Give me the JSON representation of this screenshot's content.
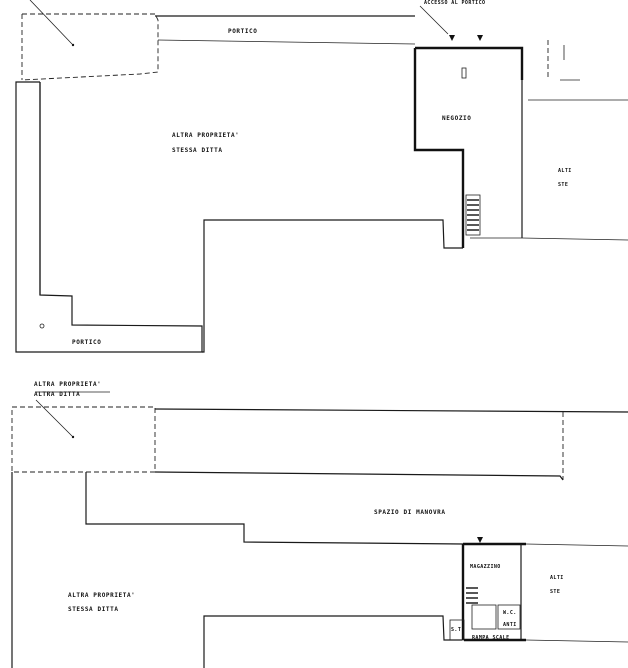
{
  "plan_top": {
    "porch_top_label": "PORTICO",
    "porch_access_label": "ACCESSO AL PORTICO",
    "shop_label": "NEGOZIO",
    "neighbor_label_line1": "ALTRA PROPRIETA'",
    "neighbor_label_line2": "STESSA DITTA",
    "porch_bottom_label": "PORTICO",
    "right_label_line1": "ALTI",
    "right_label_line2": "STE"
  },
  "plan_bottom": {
    "neighbor_top_line1": "ALTRA PROPRIETA'",
    "neighbor_top_line2": "ALTRA DITTA",
    "maneuver_label": "SPAZIO DI MANOVRA",
    "warehouse_label": "MAGAZZINO",
    "neighbor_left_line1": "ALTRA PROPRIETA'",
    "neighbor_left_line2": "STESSA DITTA",
    "right_label_line1": "ALTI",
    "right_label_line2": "STE",
    "wc_label": "W.C.",
    "anti_label": "ANTI",
    "ramp_label": "RAMPA SCALE",
    "small_label": "S.T."
  }
}
